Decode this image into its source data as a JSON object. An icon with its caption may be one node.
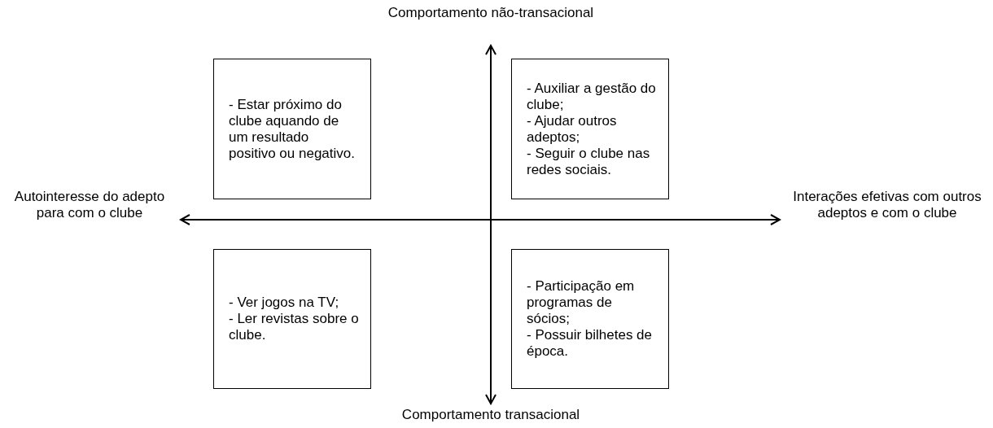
{
  "diagram": {
    "nodes": [
      {
        "text": [
          "- Estar próximo do clube aquando de um resultado positivo ou negativo."
        ]
      },
      {
        "text": [
          "- Auxiliar a gestão do clube;",
          "- Ajudar outros adeptos;",
          "- Seguir o clube nas redes sociais."
        ]
      },
      {
        "text": [
          "- Ver jogos na TV;",
          "- Ler revistas sobre o clube."
        ]
      },
      {
        "text": [
          "- Participação em programas de sócios;",
          "- Possuir bilhetes de época."
        ]
      }
    ],
    "labels": [
      "Comportamento não-transacional",
      "Autointeresse do adepto para com o clube",
      "Interações efetivas com outros adeptos e com o clube",
      "Comportamento transacional"
    ]
  }
}
